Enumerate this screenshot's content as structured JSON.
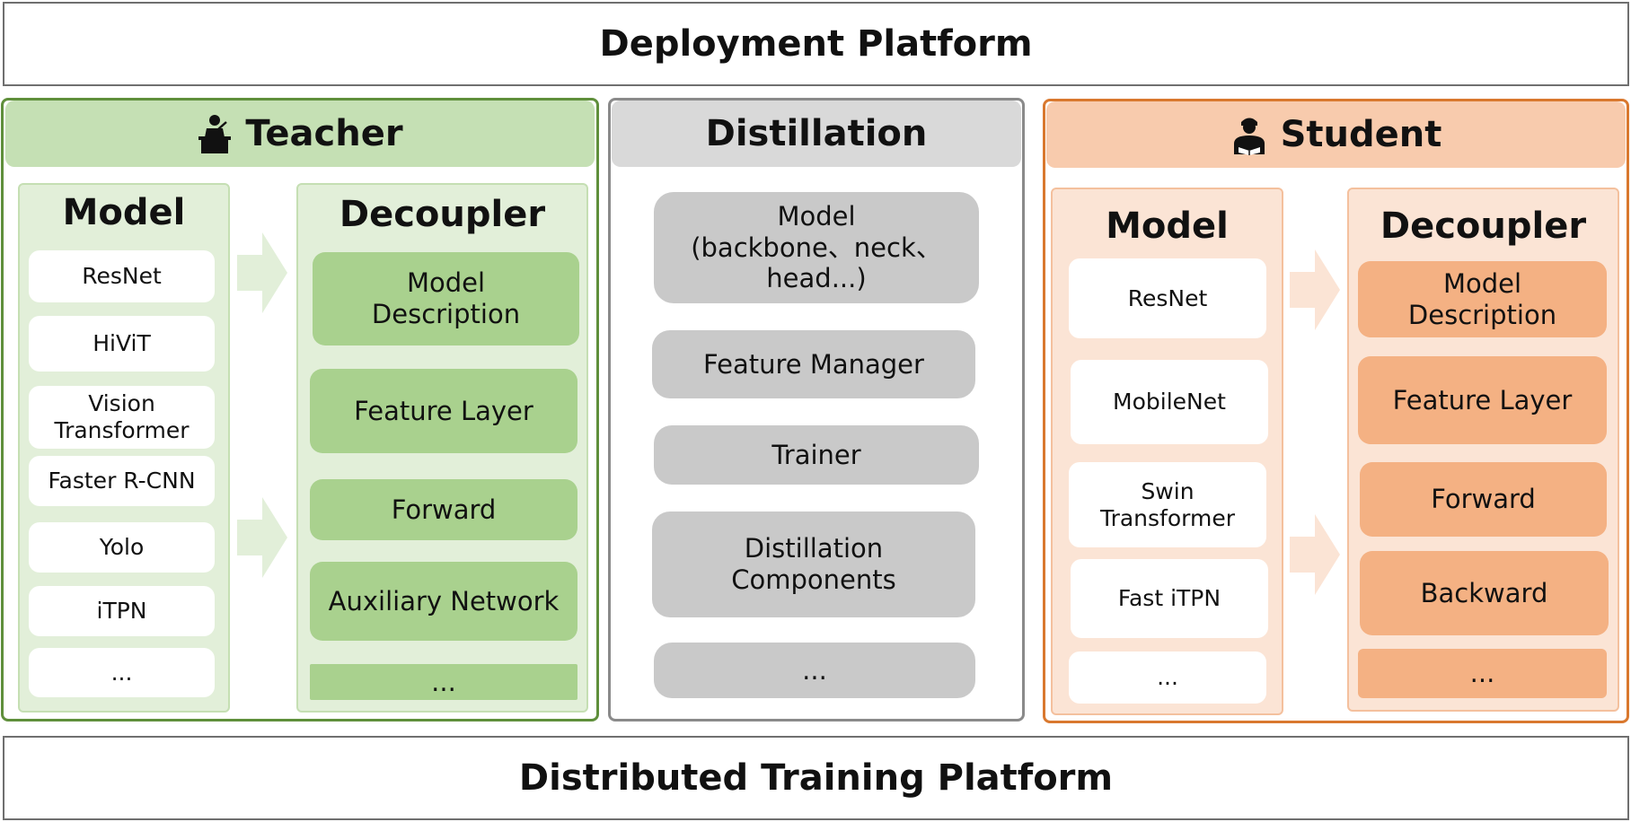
{
  "deployment_platform": "Deployment Platform",
  "distributed_training_platform": "Distributed Training Platform",
  "teacher": {
    "title": "Teacher",
    "icon": "teacher-icon",
    "model_title": "Model",
    "models": [
      "ResNet",
      "HiViT",
      "Vision\nTransformer",
      "Faster R-CNN",
      "Yolo",
      "iTPN",
      "..."
    ],
    "decoupler_title": "Decoupler",
    "decoupler_items": [
      "Model\nDescription",
      "Feature Layer",
      "Forward",
      "Auxiliary Network",
      "..."
    ]
  },
  "distillation": {
    "title": "Distillation",
    "items": [
      "Model\n(backbone、neck、\nhead...)",
      "Feature Manager",
      "Trainer",
      "Distillation\nComponents",
      "..."
    ]
  },
  "student": {
    "title": "Student",
    "icon": "student-icon",
    "model_title": "Model",
    "models": [
      "ResNet",
      "MobileNet",
      "Swin\nTransformer",
      "Fast iTPN",
      "..."
    ],
    "decoupler_title": "Decoupler",
    "decoupler_items": [
      "Model\nDescription",
      "Feature Layer",
      "Forward",
      "Backward",
      "..."
    ]
  },
  "colors": {
    "teacher_border": "#5f8f3b",
    "teacher_header": "#c5e0b4",
    "teacher_box": "#a9d18e",
    "distill_header": "#d9d9d9",
    "distill_box": "#c9c9c9",
    "student_border": "#d9782e",
    "student_header": "#f8cbad",
    "student_box": "#f4b183"
  }
}
